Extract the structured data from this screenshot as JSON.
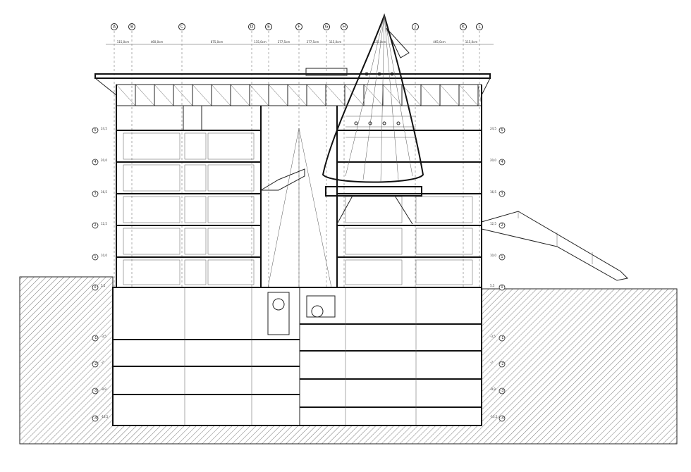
{
  "grid_axes": [
    "A",
    "B",
    "C",
    "D",
    "E",
    "F",
    "G",
    "H",
    "J",
    "K",
    "L"
  ],
  "dimensions": [
    "115,0cm",
    "460,0cm",
    "875,0cm",
    "115,0cm",
    "277,5cm",
    "277,5cm",
    "115,0cm",
    "625,0cm",
    "465,0cm",
    "115,0cm"
  ],
  "levels": [
    {
      "id": "5",
      "elev": "24,5"
    },
    {
      "id": "4",
      "elev": "20,0"
    },
    {
      "id": "3",
      "elev": "16,5"
    },
    {
      "id": "2",
      "elev": "12,5"
    },
    {
      "id": "1",
      "elev": "10,0"
    },
    {
      "id": "0",
      "elev": "5,5"
    },
    {
      "id": "-1",
      "elev": "-3,5"
    },
    {
      "id": "-2",
      "elev": "-7"
    },
    {
      "id": "-3",
      "elev": "-9,9"
    },
    {
      "id": "-4",
      "elev": "-13,5"
    }
  ],
  "colors": {
    "line": "#222222",
    "paper": "#ffffff",
    "hatch": "#555555"
  }
}
